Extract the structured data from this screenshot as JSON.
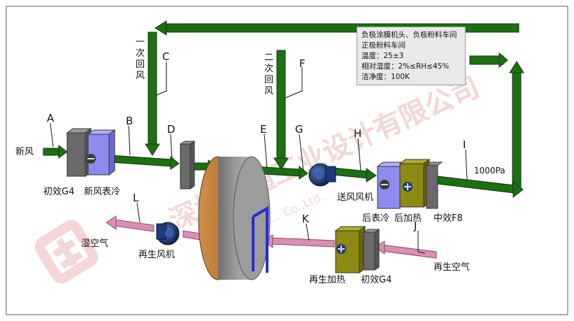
{
  "colors": {
    "fresh_air_duct": "#1e6e14",
    "regen_air_duct": "#d98fb2",
    "cooling_coil": "#8c8cf0",
    "heater": "#8c8a12",
    "filter": "#707070",
    "wheel": "#8f8f8f",
    "wheel_rim": "#c8843c",
    "fan": "#1f3a7a",
    "frame_border": "#555555",
    "watermark": "#e08a8a"
  },
  "info_box": {
    "lines": [
      "负极涂膜机头、负极粉料车间",
      "正极粉料车间",
      "温度：25±3",
      "相对湿度：2%≤RH≤45%",
      "洁净度：100K"
    ]
  },
  "points": {
    "A": "A",
    "B": "B",
    "C": "C",
    "D": "D",
    "E": "E",
    "F": "F",
    "G": "G",
    "H": "H",
    "I": "I",
    "J": "J",
    "K": "K",
    "L": "L"
  },
  "labels": {
    "fresh_air": "新风",
    "primary_filter_g4": "初效G4",
    "fresh_air_cooler": "新风表冷",
    "primary_return_air": "一次回风",
    "secondary_return_air": "二次回风",
    "supply_fan": "送风风机",
    "post_cooler": "后表冷",
    "post_heater": "后加热",
    "medium_filter_f8": "中效F8",
    "pressure": "1000Pa",
    "wet_air": "湿空气",
    "regen_fan": "再生风机",
    "regen_heater": "再生加热",
    "regen_filter_g4": "初效G4",
    "regen_air": "再生空气"
  },
  "watermark": {
    "company": "深圳智通工业设计有限公司",
    "company_en": "Shenzhen Jo... Co.,Ltd."
  }
}
